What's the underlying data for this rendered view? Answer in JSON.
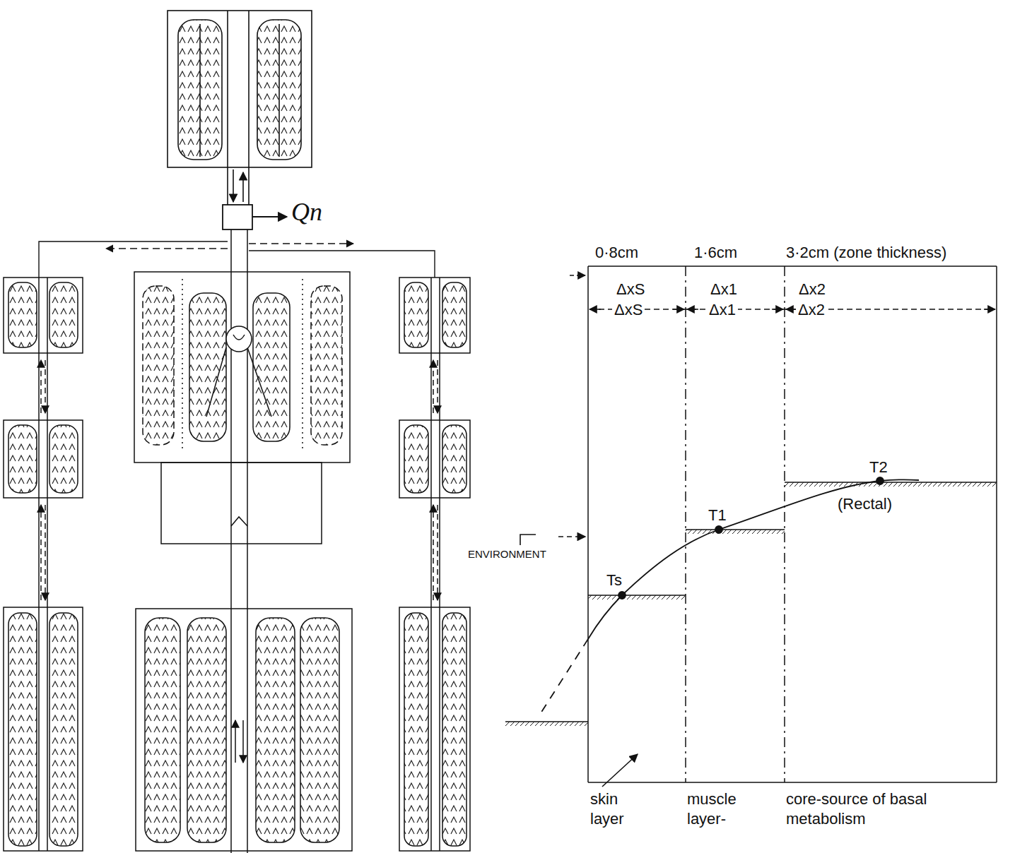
{
  "diagram": {
    "labels": [
      "Qn",
      "0·8cm",
      "1·6cm",
      "3·2cm (zone thickness)",
      "ΔxS",
      "Δx1",
      "Δx2",
      "ΔxS",
      "Δx1",
      "Δx2",
      "T2",
      "T1",
      "Ts",
      "(Rectal)",
      "ENVIRONMENT",
      "skin layer",
      "muscle layer-",
      "core-source of basal metabolism"
    ]
  }
}
